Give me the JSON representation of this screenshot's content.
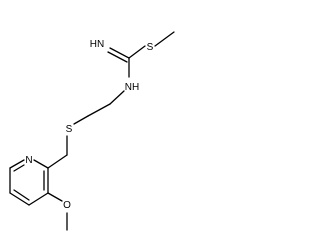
{
  "molecule": {
    "atoms": {
      "imine_nh": "HN",
      "thio_s": "S",
      "amide_nh": "NH",
      "thioether_s": "S",
      "ring_n": "N",
      "ether_o": "O"
    }
  }
}
